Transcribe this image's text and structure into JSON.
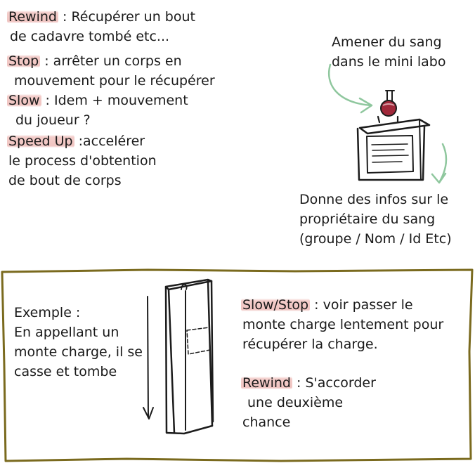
{
  "notes": {
    "rewind": {
      "keyword": "Rewind",
      "line1": " : Récupérer un bout",
      "line2": "de cadavre tombé etc..."
    },
    "stop": {
      "keyword": "Stop",
      "line1": " : arrêter un corps en",
      "line2": "mouvement pour le récupérer"
    },
    "slow": {
      "keyword": "Slow",
      "line1": " : Idem + mouvement",
      "line2": "du joueur ?"
    },
    "speed": {
      "keyword": "Speed Up",
      "line1": " :accelérer",
      "line2": "le process d'obtention",
      "line3": "de bout de corps"
    }
  },
  "lab": {
    "top_line1": "Amener du sang",
    "top_line2": "dans le mini labo",
    "bottom_line1": "Donne des infos sur le",
    "bottom_line2": "propriétaire du sang",
    "bottom_line3": "(groupe / Nom / Id Etc)"
  },
  "example": {
    "line1": "Exemple :",
    "line2": "En appellant un",
    "line3": "monte charge, il se",
    "line4": "casse et tombe"
  },
  "cases": {
    "slowstop": {
      "keyword": "Slow/Stop",
      "line1": " : voir passer le",
      "line2": "monte charge lentement pour",
      "line3": "récupérer la charge."
    },
    "rewind": {
      "keyword": "Rewind",
      "line1": " : S'accorder",
      "line2": "une deuxième",
      "line3": "chance"
    }
  },
  "colors": {
    "highlight": "#f0c4c1",
    "arrow": "#8fc79e",
    "frame": "#7a6a1e",
    "blood": "#a0283a"
  }
}
